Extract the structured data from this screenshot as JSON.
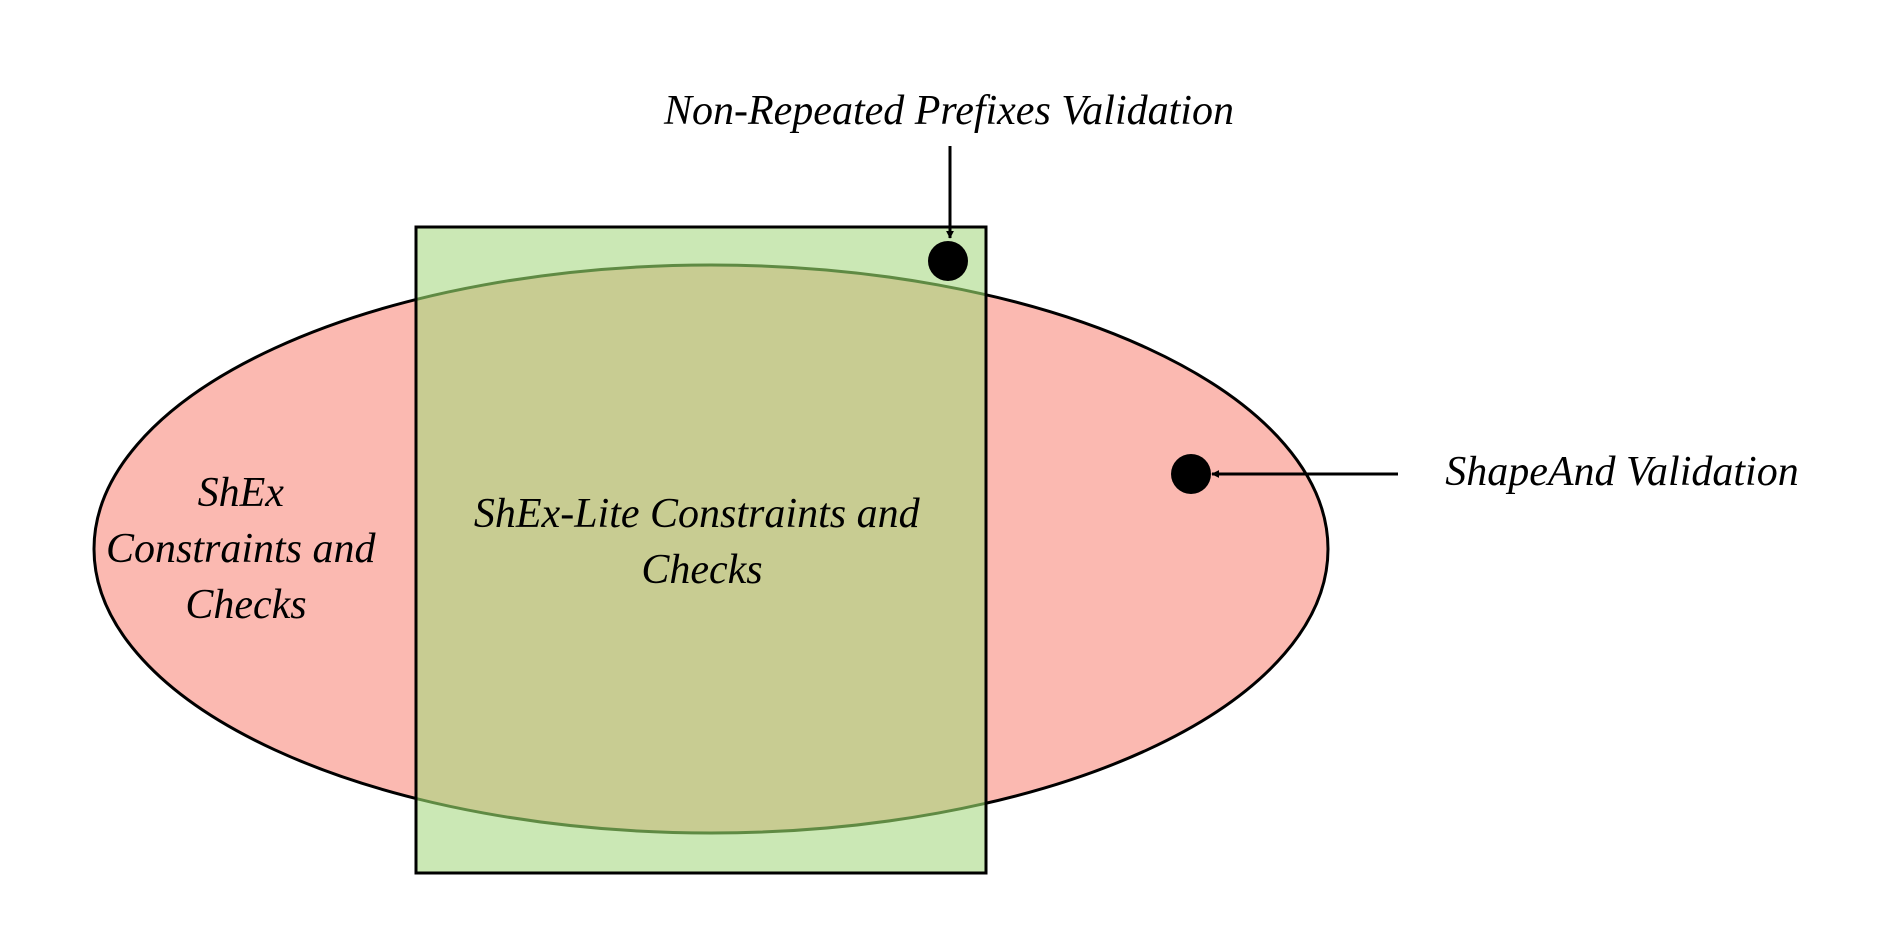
{
  "diagram": {
    "labels": {
      "shex": [
        "ShEx",
        "Constraints and",
        "Checks"
      ],
      "shex_lite": [
        "ShEx-Lite Constraints and",
        "Checks"
      ],
      "non_repeated_prefixes": "Non-Repeated Prefixes Validation",
      "shape_and": "ShapeAnd Validation"
    },
    "colors": {
      "ellipse_fill": "#fbb9b1",
      "rect_fill": "#cbe8b5",
      "overlap_fill": "#c8cc92",
      "stroke": "#000000"
    }
  }
}
